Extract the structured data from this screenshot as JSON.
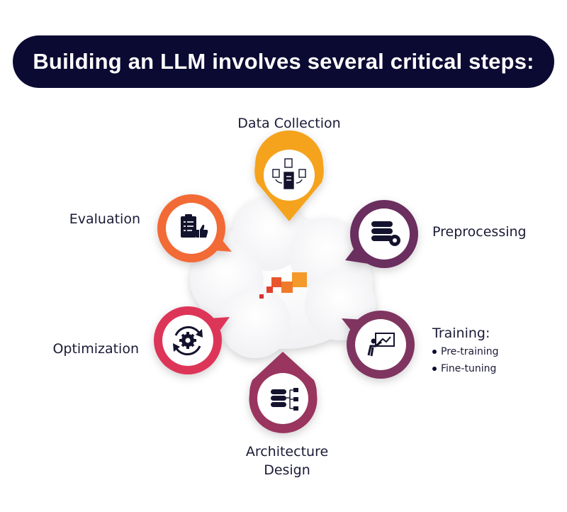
{
  "title": "Building an LLM involves several critical steps:",
  "colors": {
    "banner": "#0b0a33",
    "icon_ink": "#14132e",
    "data_collection": "#f5a31a",
    "preprocessing": "#6b2e5e",
    "training": "#7f3461",
    "architecture": "#99345e",
    "optimization": "#dd3658",
    "evaluation": "#f26a35",
    "logo_orange": "#f39a2b",
    "logo_red": "#e2402c"
  },
  "steps": [
    {
      "id": "data_collection",
      "label": "Data Collection",
      "icon": "documents-server-icon"
    },
    {
      "id": "preprocessing",
      "label": "Preprocessing",
      "icon": "database-gear-icon"
    },
    {
      "id": "training",
      "label": "Training:",
      "icon": "presentation-board-icon",
      "sub_items": [
        "Pre-training",
        "Fine-tuning"
      ]
    },
    {
      "id": "architecture",
      "label": "Architecture Design",
      "label_lines": [
        "Architecture",
        "Design"
      ],
      "icon": "database-network-icon"
    },
    {
      "id": "optimization",
      "label": "Optimization",
      "icon": "gear-cycle-icon"
    },
    {
      "id": "evaluation",
      "label": "Evaluation",
      "icon": "clipboard-thumbs-up-icon"
    }
  ],
  "center_icon": "brand-logo-icon"
}
